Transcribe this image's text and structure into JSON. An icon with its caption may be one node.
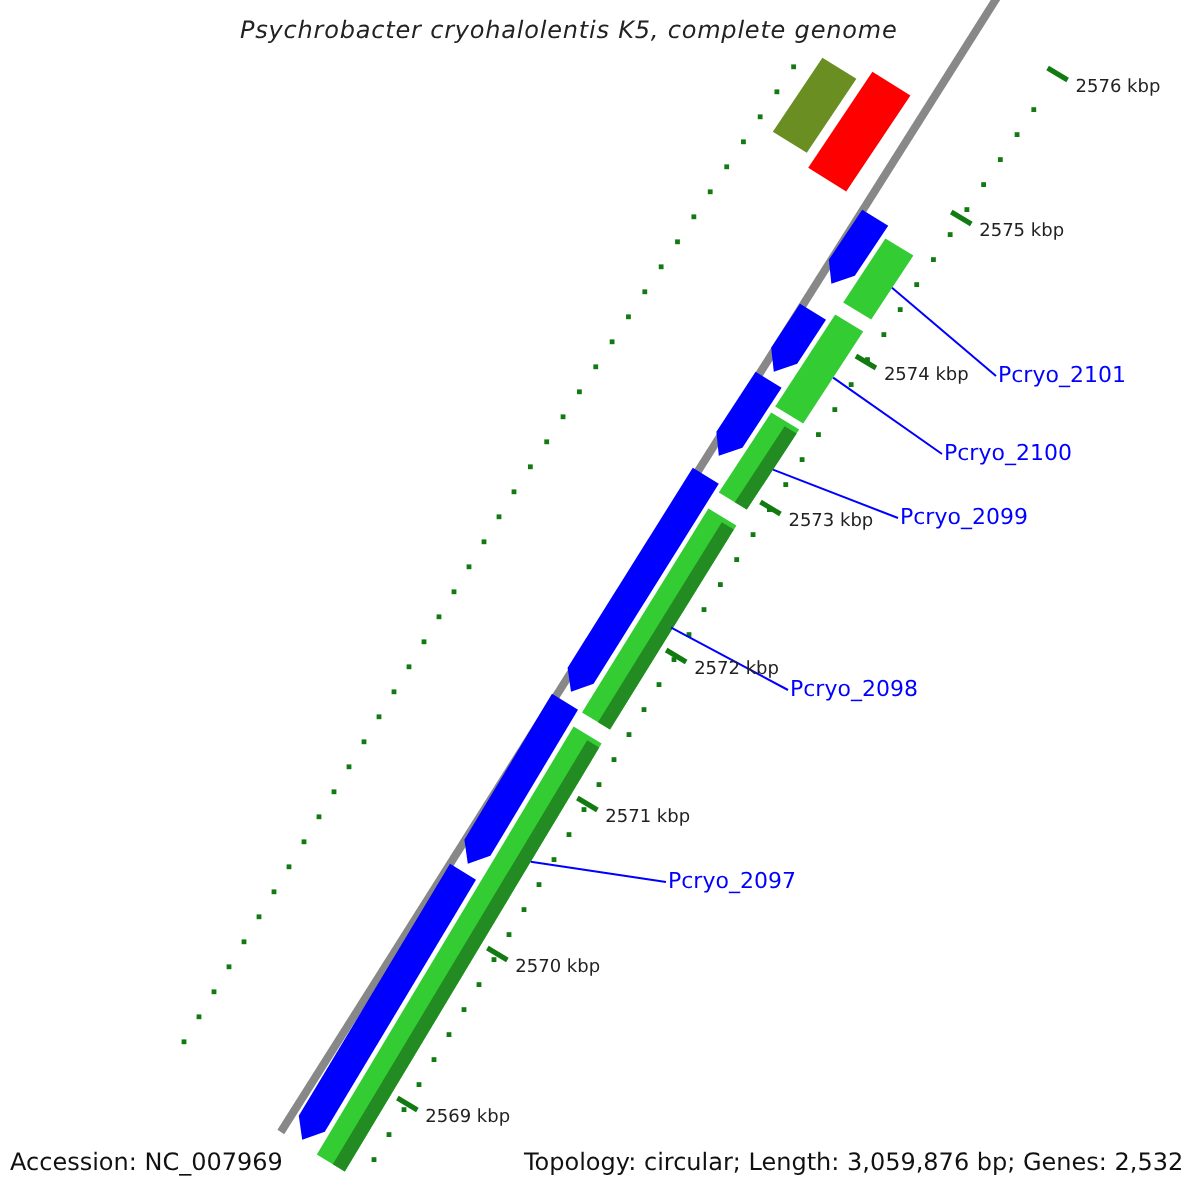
{
  "diagram": {
    "title": "Psychrobacter cryohalolentis K5, complete genome",
    "nodes": [
      {
        "text": [
          "Pcryo_2101"
        ]
      },
      {
        "text": [
          "Pcryo_2100"
        ]
      },
      {
        "text": [
          "Pcryo_2099"
        ]
      },
      {
        "text": [
          "Pcryo_2098"
        ]
      },
      {
        "text": [
          "Pcryo_2097"
        ]
      },
      {
        "text": [],
        "shape": "bar"
      },
      {
        "text": [],
        "shape": "bar"
      },
      {
        "text": [],
        "shape": "bar"
      },
      {
        "text": [],
        "shape": "bar"
      },
      {
        "text": [],
        "shape": "bar"
      },
      {
        "text": [],
        "shape": "bar"
      },
      {
        "text": [],
        "shape": "bar"
      },
      {
        "text": [],
        "shape": "bar"
      },
      {
        "text": [],
        "shape": "bar"
      },
      {
        "text": [],
        "shape": "bar"
      },
      {
        "text": [],
        "shape": "bar"
      },
      {
        "text": [],
        "shape": "bar"
      },
      {
        "text": [],
        "shape": "bar"
      }
    ],
    "edges": [
      {
        "from": 0,
        "to": 5,
        "arrow": "none"
      },
      {
        "from": 1,
        "to": 6,
        "arrow": "none"
      },
      {
        "from": 2,
        "to": 7,
        "arrow": "none"
      },
      {
        "from": 3,
        "to": 8,
        "arrow": "none"
      },
      {
        "from": 4,
        "to": 9,
        "arrow": "none"
      }
    ],
    "labels": [
      "2576 kbp",
      "2575 kbp",
      "2574 kbp",
      "2573 kbp",
      "2572 kbp",
      "2571 kbp",
      "2570 kbp",
      "2569 kbp",
      "Accession: NC_007969",
      "Topology: circular; Length: 3,059,876 bp; Genes: 2,532"
    ]
  }
}
